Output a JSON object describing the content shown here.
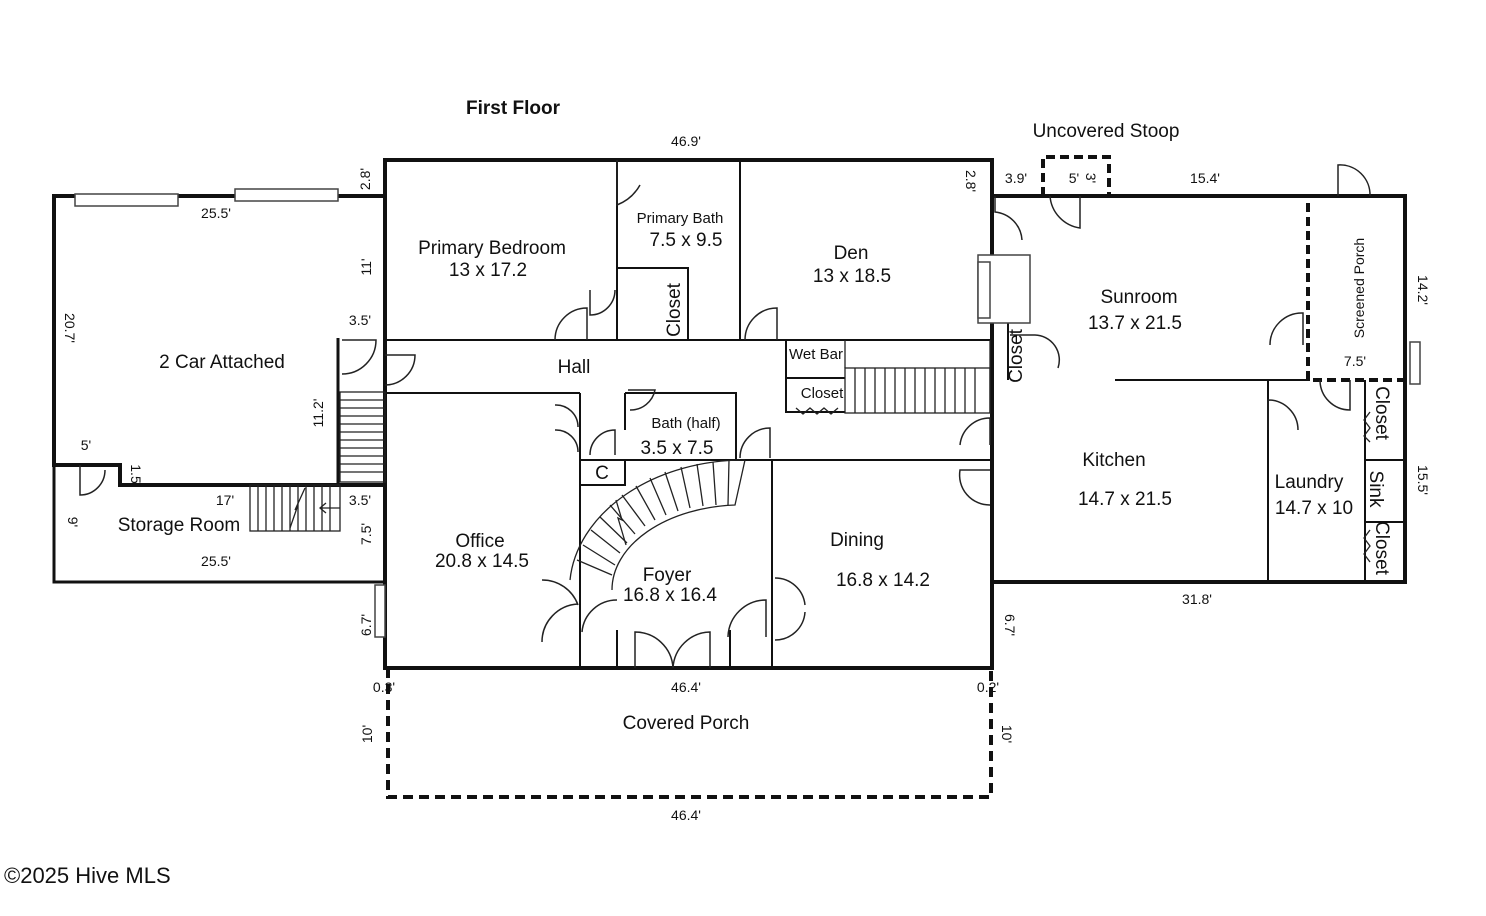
{
  "title": "First Floor",
  "copyright": "©2025 Hive MLS",
  "rooms": {
    "primary_bedroom": {
      "name": "Primary Bedroom",
      "size": "13 x 17.2"
    },
    "primary_bath": {
      "name": "Primary Bath",
      "size": "7.5 x 9.5"
    },
    "den": {
      "name": "Den",
      "size": "13 x 18.5"
    },
    "sunroom": {
      "name": "Sunroom",
      "size": "13.7 x 21.5"
    },
    "garage": {
      "name": "2 Car Attached"
    },
    "hall": {
      "name": "Hall"
    },
    "wet_bar": {
      "name": "Wet Bar"
    },
    "bath_half": {
      "name": "Bath (half)",
      "size": "3.5 x 7.5"
    },
    "kitchen": {
      "name": "Kitchen",
      "size": "14.7 x 21.5"
    },
    "laundry": {
      "name": "Laundry",
      "size": "14.7 x 10"
    },
    "office": {
      "name": "Office",
      "size": "20.8 x 14.5"
    },
    "foyer": {
      "name": "Foyer",
      "size": "16.8 x 16.4"
    },
    "dining": {
      "name": "Dining",
      "size": "16.8 x 14.2"
    },
    "storage": {
      "name": "Storage Room"
    },
    "covered_porch": {
      "name": "Covered Porch"
    },
    "uncovered_stoop": {
      "name": "Uncovered Stoop"
    },
    "screened_porch": {
      "name": "Screened Porch"
    }
  },
  "labels": {
    "closet": "Closet",
    "sink": "Sink",
    "c": "C"
  },
  "dims": {
    "top_width": "46.9'",
    "garage_top": "25.5'",
    "d_2_8": "2.8'",
    "d_11": "11'",
    "d_3_5": "3.5'",
    "d_20_7": "20.7'",
    "d_11_2": "11.2'",
    "d_5": "5'",
    "d_1_5": "1.5",
    "d_17": "17'",
    "d_9": "9'",
    "storage_bottom": "25.5'",
    "d_7_5": "7.5'",
    "d_6_7": "6.7'",
    "d_0_3": "0.3'",
    "d_0_2": "0.2'",
    "front_width": "46.4'",
    "d_10": "10'",
    "porch_bottom": "46.4'",
    "d_3_9": "3.9'",
    "d_stoop_w": "5'",
    "d_stoop_h": "3'",
    "d_15_4": "15.4'",
    "d_14_2": "14.2'",
    "d_7_5b": "7.5'",
    "d_15_5": "15.5'",
    "d_31_8": "31.8'"
  }
}
